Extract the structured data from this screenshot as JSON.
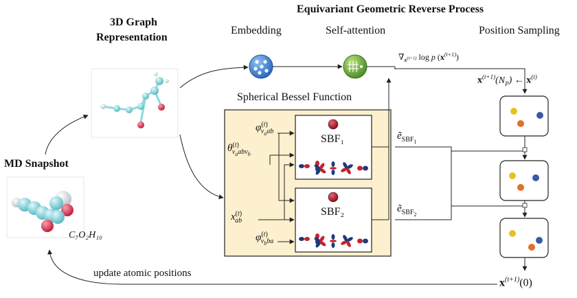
{
  "headings": {
    "process_title": "Equivariant Geometric Reverse Process",
    "graph_title_line1": "3D Graph",
    "graph_title_line2": "Representation",
    "md_snapshot": "MD Snapshot",
    "embedding": "Embedding",
    "self_attention": "Self-attention",
    "position_sampling": "Position Sampling",
    "bessel": "Spherical Bessel Function"
  },
  "formula": {
    "molecule": "C₇O₂H₁₀"
  },
  "sbf": {
    "box1_label": "SBF₁",
    "box2_label": "SBF₂"
  },
  "update_label": "update atomic positions",
  "colors": {
    "panel_fill": "#fdf0cf",
    "embed_blue": "#3d7fd1",
    "attn_green": "#6bab3e",
    "atom_yellow": "#e8c020",
    "atom_orange": "#e0702a",
    "atom_blue": "#3a5aa8",
    "sbf_red": "#c8202e",
    "sbf_navy": "#1f3a7a",
    "mol_cyan": "#7fd0d8",
    "mol_red": "#d8304a"
  }
}
